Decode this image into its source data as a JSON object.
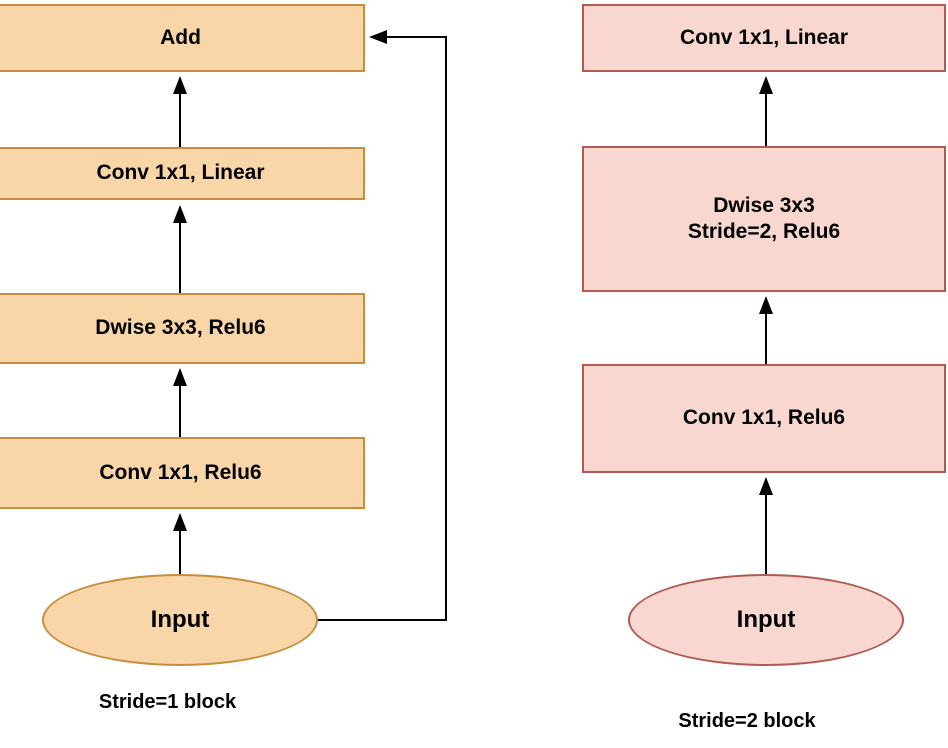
{
  "left_block": {
    "caption": "Stride=1 block",
    "add_label": "Add",
    "conv_linear_label": "Conv 1x1, Linear",
    "dwise_label": "Dwise 3x3, Relu6",
    "conv_relu_label": "Conv 1x1, Relu6",
    "input_label": "Input"
  },
  "right_block": {
    "caption": "Stride=2 block",
    "conv_linear_label": "Conv 1x1, Linear",
    "dwise_label_line1": "Dwise 3x3",
    "dwise_label_line2": "Stride=2, Relu6",
    "conv_relu_label": "Conv 1x1, Relu6",
    "input_label": "Input"
  },
  "colors": {
    "orange_fill": "#F9D6A7",
    "orange_stroke": "#C68E3C",
    "pink_fill": "#F8D7D0",
    "pink_stroke": "#B05A52",
    "arrow": "#000000"
  }
}
